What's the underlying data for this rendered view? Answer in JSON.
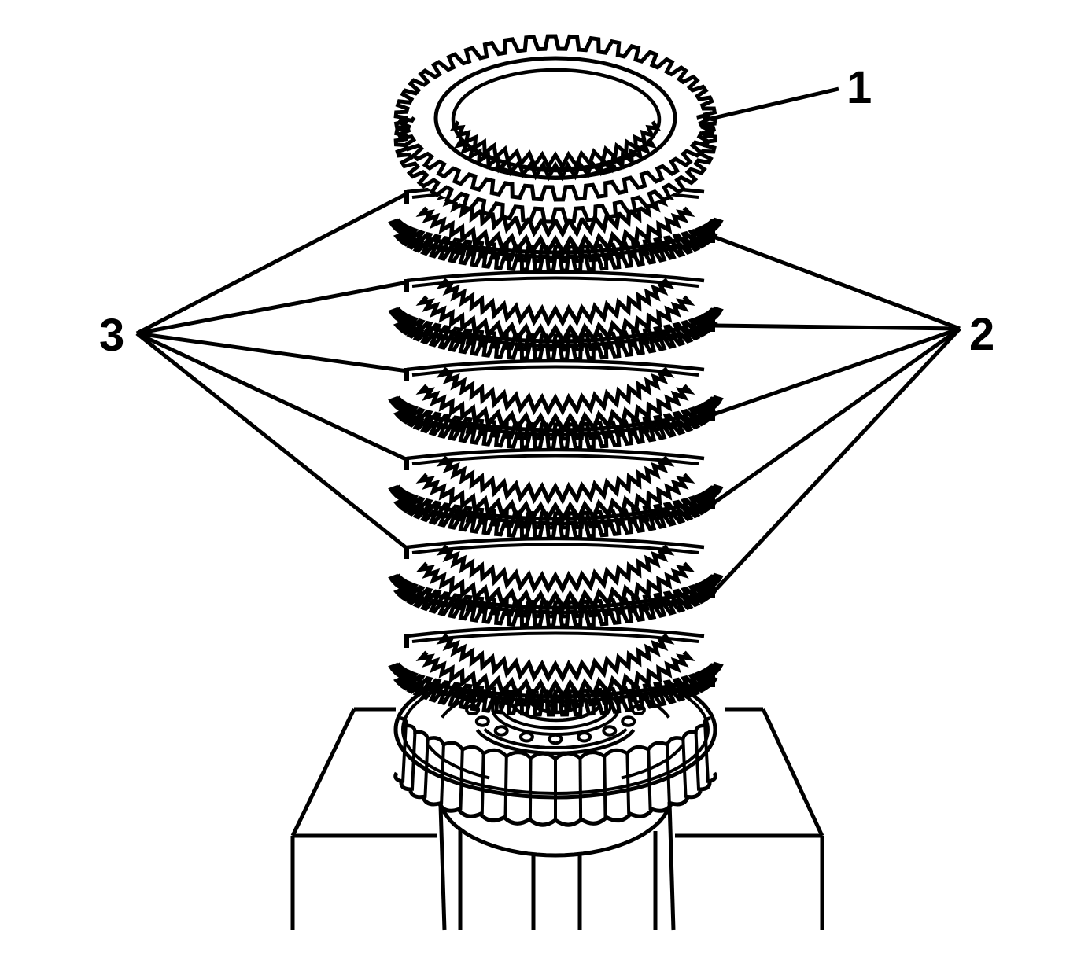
{
  "figure": {
    "kind": "clutch-plate-pack-exploded-illustration",
    "colors": {
      "ink": "#000000",
      "background": "#ffffff"
    },
    "callouts": [
      {
        "label": "1",
        "leader_count": 1
      },
      {
        "label": "2",
        "leader_count": 5
      },
      {
        "label": "3",
        "leader_count": 5
      }
    ],
    "visible_plate_pairs": 6
  }
}
